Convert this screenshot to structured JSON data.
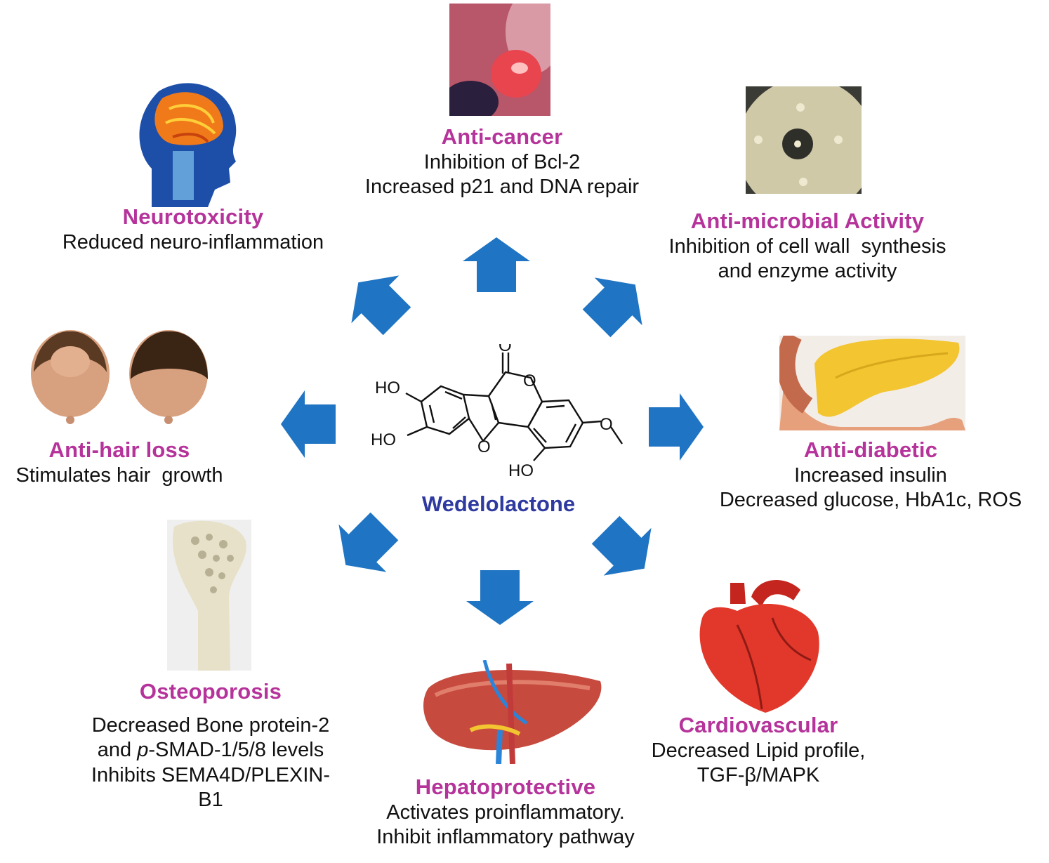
{
  "center": {
    "name": "Wedelolactone",
    "molecule": {
      "ho1": "HO",
      "ho2": "HO",
      "ho3": "HO",
      "o_carbonyl": "O",
      "o_ring": "O",
      "o_furan": "O",
      "o_methoxy": "O"
    }
  },
  "effects": {
    "neurotoxicity": {
      "title": "Neurotoxicity",
      "lines": [
        "Reduced neuro-inflammation"
      ]
    },
    "anti_cancer": {
      "title": "Anti-cancer",
      "lines": [
        "Inhibition of Bcl-2",
        "Increased p21 and DNA repair"
      ]
    },
    "anti_microbial": {
      "title": "Anti-microbial Activity",
      "lines": [
        "Inhibition of cell wall  synthesis",
        "and enzyme activity"
      ]
    },
    "anti_hair_loss": {
      "title": "Anti-hair loss",
      "lines": [
        "Stimulates hair  growth"
      ]
    },
    "anti_diabetic": {
      "title": "Anti-diabetic",
      "lines": [
        "Increased insulin",
        "Decreased glucose, HbA1c, ROS"
      ]
    },
    "osteoporosis": {
      "title": "Osteoporosis",
      "lines": [
        "Decreased Bone protein-2",
        "-SMAD-1/5/8 levels",
        "Inhibits SEMA4D/PLEXIN-",
        "B1"
      ],
      "line2_prefix": "and ",
      "line2_italic": "p"
    },
    "hepatoprotective": {
      "title": "Hepatoprotective",
      "lines": [
        "Activates proinflammatory.",
        "Inhibit inflammatory pathway"
      ]
    },
    "cardiovascular": {
      "title": "Cardiovascular",
      "lines": [
        "Decreased Lipid profile,",
        "TGF-β/MAPK"
      ]
    }
  },
  "colors": {
    "title": "#b5339a",
    "center": "#2f3aa0",
    "arrow": "#1f74c3",
    "text": "#111111"
  },
  "icons": [
    "brain-head-icon",
    "tumor-photo-icon",
    "petri-dish-icon",
    "hair-loss-heads-icon",
    "pancreas-icon",
    "bone-icon",
    "liver-icon",
    "heart-icon"
  ]
}
